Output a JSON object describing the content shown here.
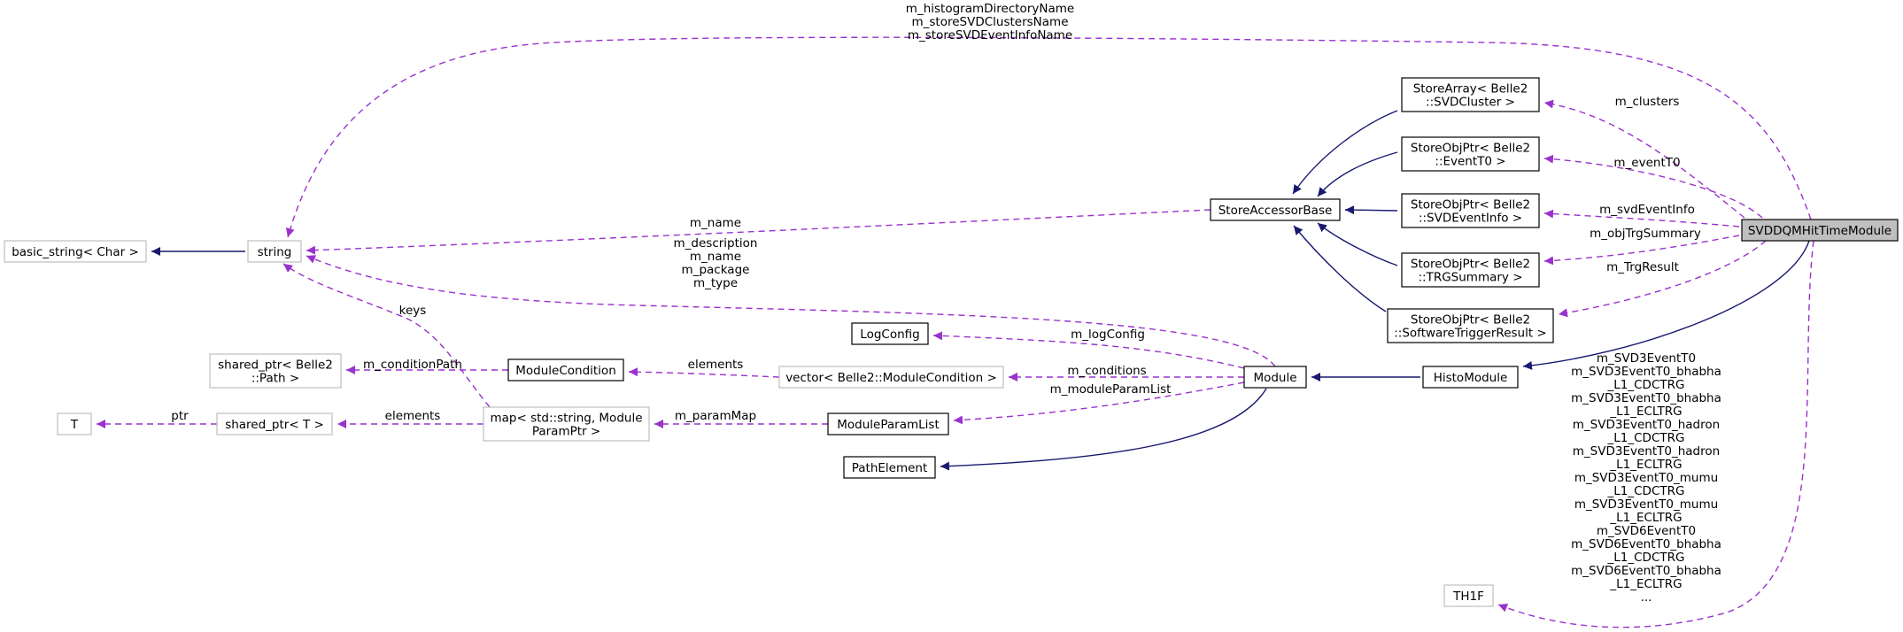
{
  "nodes": {
    "basic_string": [
      "basic_string< Char >"
    ],
    "string": [
      "string"
    ],
    "store_accessor_base": [
      "StoreAccessorBase"
    ],
    "store_array_svdcluster": [
      "StoreArray< Belle2",
      "::SVDCluster >"
    ],
    "store_obj_eventt0": [
      "StoreObjPtr< Belle2",
      "::EventT0 >"
    ],
    "store_obj_svdeventinfo": [
      "StoreObjPtr< Belle2",
      "::SVDEventInfo >"
    ],
    "store_obj_trgsummary": [
      "StoreObjPtr< Belle2",
      "::TRGSummary >"
    ],
    "store_obj_softwaretrigger": [
      "StoreObjPtr< Belle2",
      "::SoftwareTriggerResult >"
    ],
    "svddqm_hit_time_module": [
      "SVDDQMHitTimeModule"
    ],
    "histo_module": [
      "HistoModule"
    ],
    "module": [
      "Module"
    ],
    "log_config": [
      "LogConfig"
    ],
    "module_condition": [
      "ModuleCondition"
    ],
    "vector_module_condition": [
      "vector< Belle2::ModuleCondition >"
    ],
    "shared_ptr_path": [
      "shared_ptr< Belle2",
      "::Path >"
    ],
    "t": [
      "T"
    ],
    "shared_ptr_t": [
      "shared_ptr< T >"
    ],
    "map_param": [
      "map< std::string, Module",
      "ParamPtr >"
    ],
    "module_param_list": [
      "ModuleParamList"
    ],
    "path_element": [
      "PathElement"
    ],
    "th1f": [
      "TH1F"
    ]
  },
  "edge_labels": {
    "string_names": [
      "m_histogramDirectoryName",
      "m_storeSVDClustersName",
      "m_storeSVDEventInfoName"
    ],
    "m_clusters": [
      "m_clusters"
    ],
    "m_eventt0": [
      "m_eventT0"
    ],
    "m_svdeventinfo": [
      "m_svdEventInfo"
    ],
    "m_objtrgsummary": [
      "m_objTrgSummary"
    ],
    "m_trgresult": [
      "m_TrgResult"
    ],
    "m_name": [
      "m_name"
    ],
    "module_strings": [
      "m_description",
      "m_name",
      "m_package",
      "m_type"
    ],
    "keys": [
      "keys"
    ],
    "m_logconfig": [
      "m_logConfig"
    ],
    "elements_condition": [
      "elements"
    ],
    "m_conditionpath": [
      "m_conditionPath"
    ],
    "m_conditions": [
      "m_conditions"
    ],
    "m_moduleparamlist": [
      "m_moduleParamList"
    ],
    "ptr": [
      "ptr"
    ],
    "elements_map": [
      "elements"
    ],
    "m_parammap": [
      "m_paramMap"
    ],
    "th1f_members": [
      "m_SVD3EventT0",
      "m_SVD3EventT0_bhabha",
      "_L1_CDCTRG",
      "m_SVD3EventT0_bhabha",
      "_L1_ECLTRG",
      "m_SVD3EventT0_hadron",
      "_L1_CDCTRG",
      "m_SVD3EventT0_hadron",
      "_L1_ECLTRG",
      "m_SVD3EventT0_mumu",
      "_L1_CDCTRG",
      "m_SVD3EventT0_mumu",
      "_L1_ECLTRG",
      "m_SVD6EventT0",
      "m_SVD6EventT0_bhabha",
      "_L1_CDCTRG",
      "m_SVD6EventT0_bhabha",
      "_L1_ECLTRG",
      "..."
    ]
  }
}
